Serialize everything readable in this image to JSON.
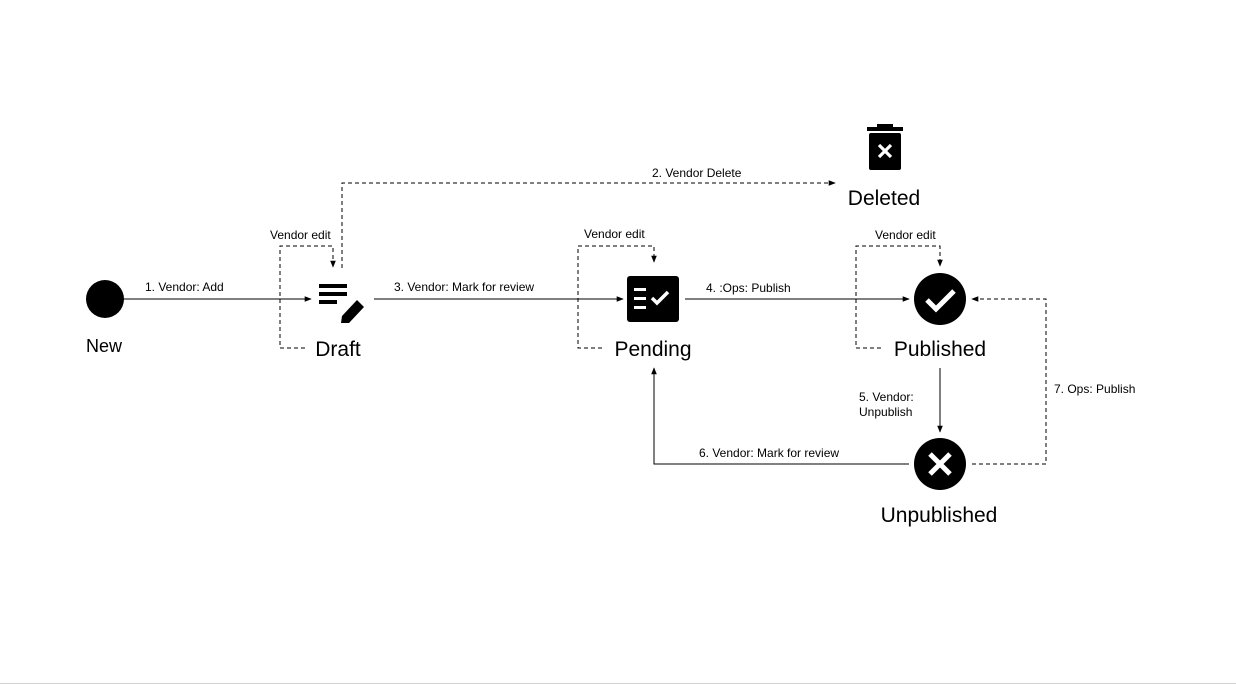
{
  "nodes": {
    "new": "New",
    "draft": "Draft",
    "pending": "Pending",
    "published": "Published",
    "unpublished": "Unpublished",
    "deleted": "Deleted"
  },
  "edges": {
    "e1": "1. Vendor: Add",
    "e2": "2. Vendor Delete",
    "e3": "3. Vendor: Mark for review",
    "e4": "4. :Ops: Publish",
    "e5_line1": "5. Vendor:",
    "e5_line2": "Unpublish",
    "e6": "6. Vendor: Mark for review",
    "e7": "7. Ops: Publish",
    "draft_self": "Vendor edit",
    "pending_self": "Vendor edit",
    "published_self": "Vendor edit"
  },
  "icons": {
    "new": "filled-circle-icon",
    "draft": "edit-notes-icon",
    "pending": "fact-check-icon",
    "published": "check-circle-icon",
    "unpublished": "cancel-circle-icon",
    "deleted": "delete-forever-icon"
  },
  "colors": {
    "stroke": "#000000",
    "background": "#ffffff"
  }
}
